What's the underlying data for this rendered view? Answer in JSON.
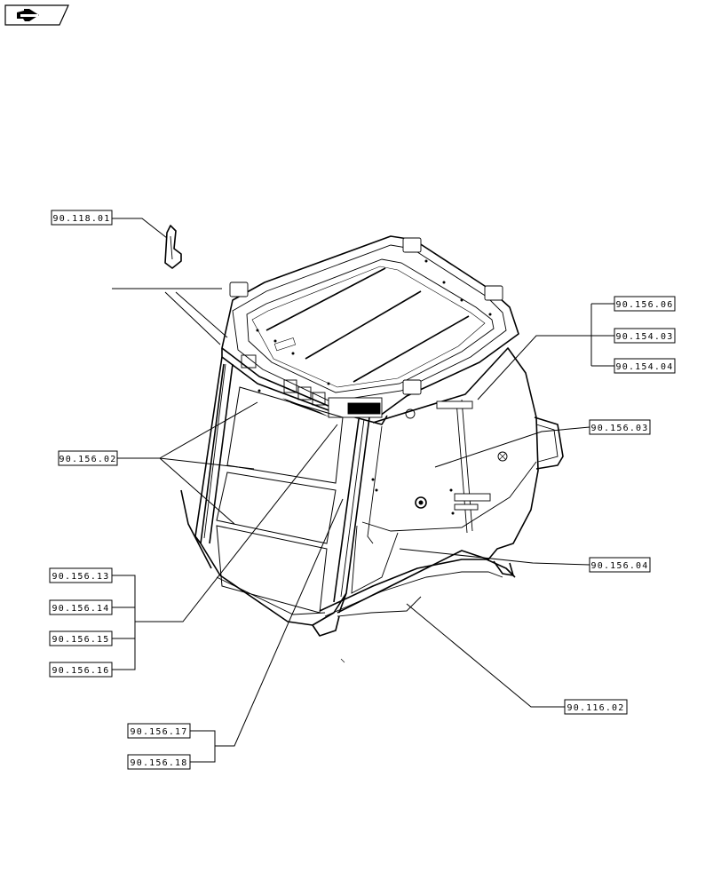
{
  "references": {
    "r_90_118_01": "90.118.01",
    "r_90_156_06": "90.156.06",
    "r_90_154_03": "90.154.03",
    "r_90_154_04": "90.154.04",
    "r_90_156_03": "90.156.03",
    "r_90_156_02": "90.156.02",
    "r_90_156_04": "90.156.04",
    "r_90_156_13": "90.156.13",
    "r_90_156_14": "90.156.14",
    "r_90_156_15": "90.156.15",
    "r_90_156_16": "90.156.16",
    "r_90_116_02": "90.116.02",
    "r_90_156_17": "90.156.17",
    "r_90_156_18": "90.156.18"
  },
  "icons": {
    "nav": "arrow-next-icon"
  }
}
